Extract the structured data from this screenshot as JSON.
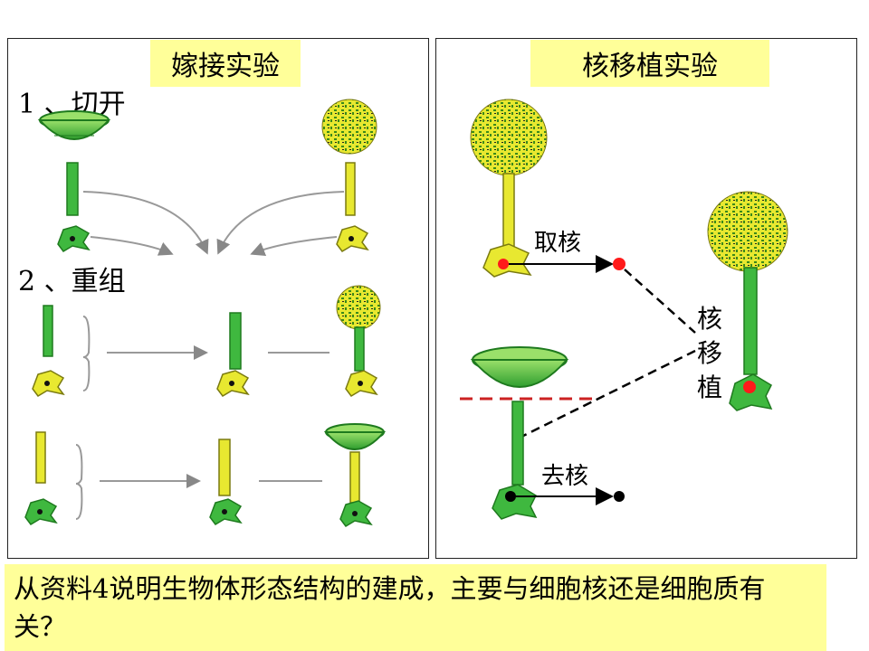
{
  "left_panel": {
    "title": "嫁接实验",
    "step1": "1 、切开",
    "step2": "2 、重组"
  },
  "right_panel": {
    "title": "核移植实验",
    "take_nucleus": "取核",
    "transplant_chars": [
      "核",
      "移",
      "植"
    ],
    "remove_nucleus": "去核"
  },
  "question": "从资料4说明生物体形态结构的建成，主要与细胞核还是细胞质有关？",
  "colors": {
    "green": "#3fb83f",
    "dark_green": "#1e7a1e",
    "yellow": "#e8e830",
    "nucleus_red": "#ff1a1a",
    "cut_line": "#cc2222",
    "highlight": "#ffff99"
  }
}
